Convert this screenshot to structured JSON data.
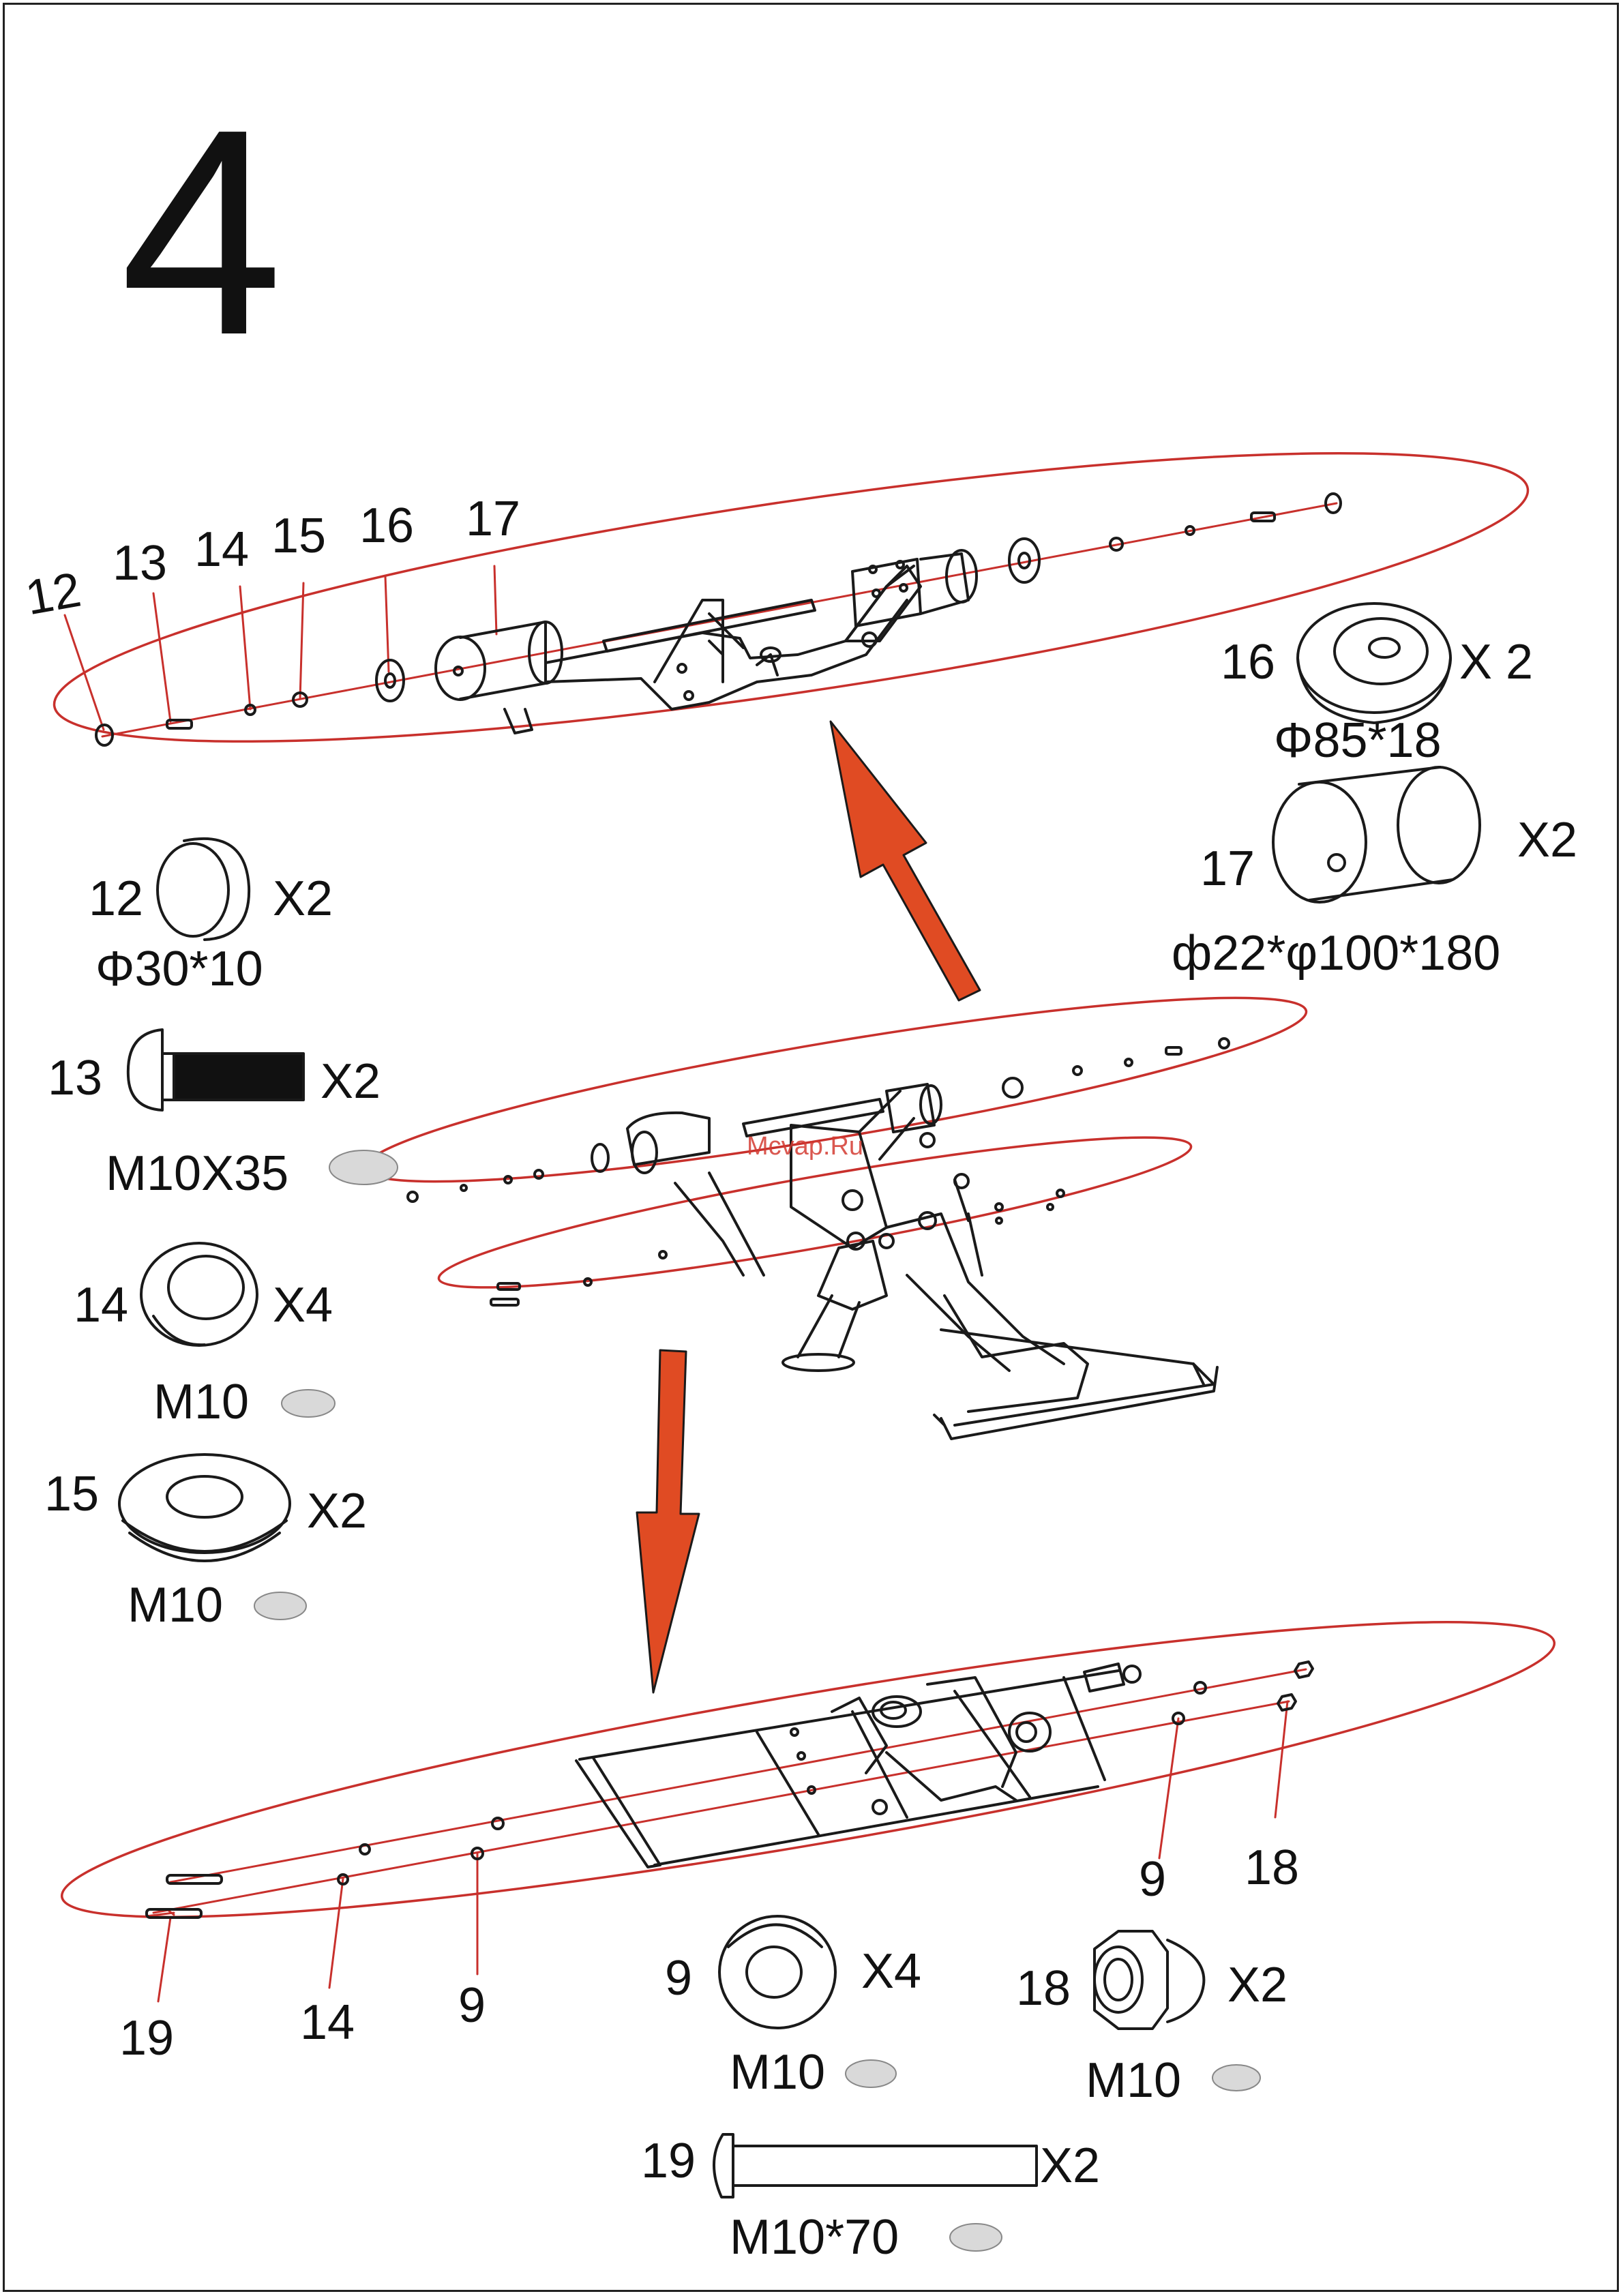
{
  "step_number": "4",
  "watermark": "Mcvap.Ru",
  "colors": {
    "outline": "#1a1a1a",
    "highlight_ellipse": "#c8302c",
    "arrow": "#e04b23",
    "hardware_dot": "#d9d9d9"
  },
  "top_callouts": [
    "12",
    "13",
    "14",
    "15",
    "16",
    "17"
  ],
  "bottom_callouts": [
    "19",
    "14",
    "9",
    "9",
    "18"
  ],
  "parts": {
    "p16": {
      "no": "16",
      "qty": "X 2",
      "size": "Φ85*18"
    },
    "p17": {
      "no": "17",
      "qty": "X2",
      "size": "ф22*φ100*180"
    },
    "p12": {
      "no": "12",
      "qty": "X2",
      "size": "Φ30*10"
    },
    "p13": {
      "no": "13",
      "qty": "X2",
      "size": "M10X35"
    },
    "p14": {
      "no": "14",
      "qty": "X4",
      "size": "M10"
    },
    "p15": {
      "no": "15",
      "qty": "X2",
      "size": "M10"
    },
    "p9": {
      "no": "9",
      "qty": "X4",
      "size": "M10"
    },
    "p18": {
      "no": "18",
      "qty": "X2",
      "size": "M10"
    },
    "p19": {
      "no": "19",
      "qty": "X2",
      "size": "M10*70"
    }
  }
}
